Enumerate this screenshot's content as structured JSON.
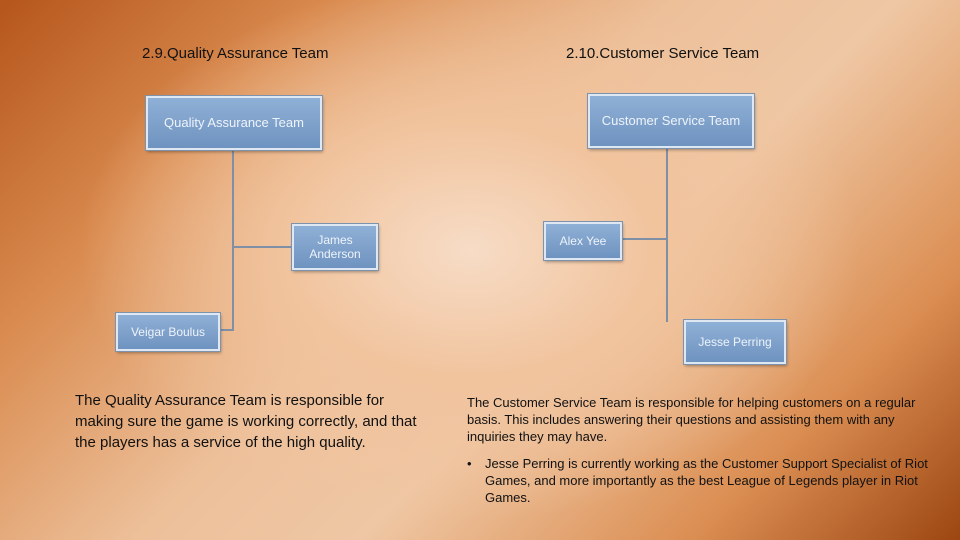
{
  "left": {
    "heading": "2.9.Quality Assurance Team",
    "chart": {
      "top": "Quality Assurance Team",
      "middle_line1": "James",
      "middle_line2": "Anderson",
      "bottom": "Veigar Boulus"
    },
    "description": "The Quality Assurance Team is responsible for making sure the game is working correctly, and that the players has a service of the high quality."
  },
  "right": {
    "heading": "2.10.Customer Service Team",
    "chart": {
      "top": "Customer Service Team",
      "middle": "Alex Yee",
      "bottom": "Jesse Perring"
    },
    "description": "The Customer Service Team is responsible for helping customers on a regular basis. This includes answering their questions and assisting them with any inquiries they may have.",
    "bullet_symbol": "•",
    "bullet": "Jesse Perring is currently working as the Customer Support Specialist of Riot Games, and more importantly as the best League of Legends player in Riot Games."
  }
}
